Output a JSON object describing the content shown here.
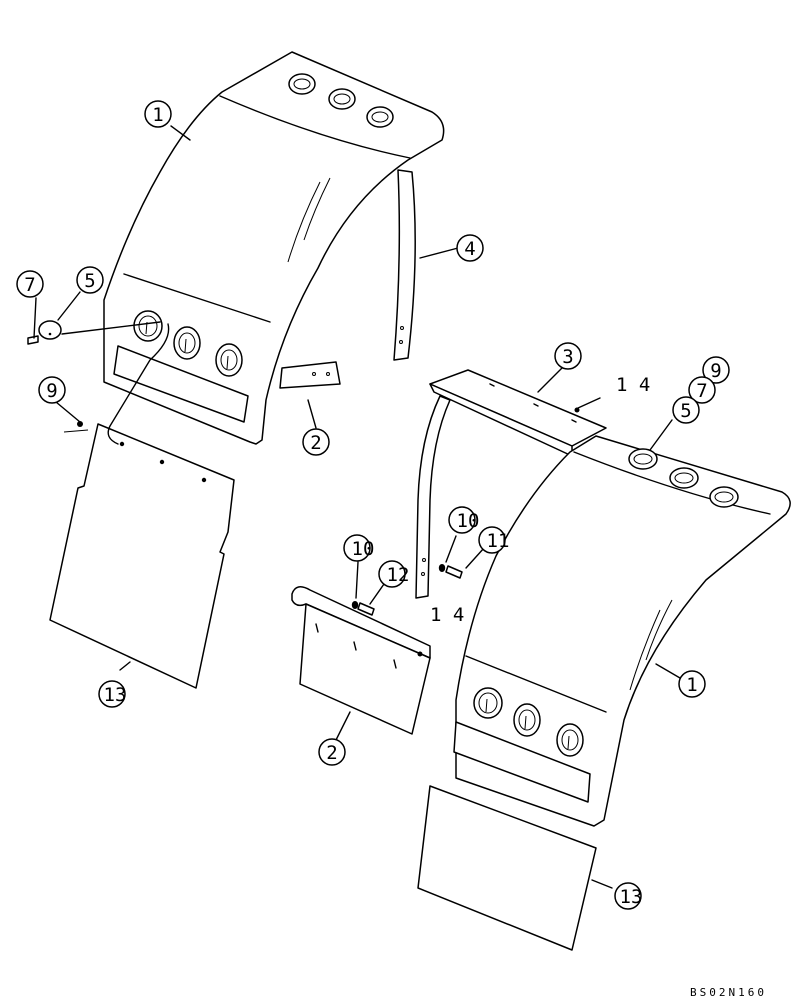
{
  "callouts": [
    {
      "id": "c1a",
      "label": "1"
    },
    {
      "id": "c4",
      "label": "4"
    },
    {
      "id": "c7a",
      "label": "7"
    },
    {
      "id": "c5a",
      "label": "5"
    },
    {
      "id": "c9a",
      "label": "9"
    },
    {
      "id": "c2a",
      "label": "2"
    },
    {
      "id": "c13a",
      "label": "13"
    },
    {
      "id": "c3",
      "label": "3"
    },
    {
      "id": "c9b",
      "label": "9"
    },
    {
      "id": "c7b",
      "label": "7"
    },
    {
      "id": "c5b",
      "label": "5"
    },
    {
      "id": "c10a",
      "label": "10"
    },
    {
      "id": "c11",
      "label": "11"
    },
    {
      "id": "c10b",
      "label": "10"
    },
    {
      "id": "c12",
      "label": "12"
    },
    {
      "id": "c1b",
      "label": "1"
    },
    {
      "id": "c2b",
      "label": "2"
    },
    {
      "id": "c13b",
      "label": "13"
    }
  ],
  "labels": {
    "fourteen_top": "1 4",
    "fourteen_mid": "1 4"
  },
  "drawing_code": "BS02N160"
}
